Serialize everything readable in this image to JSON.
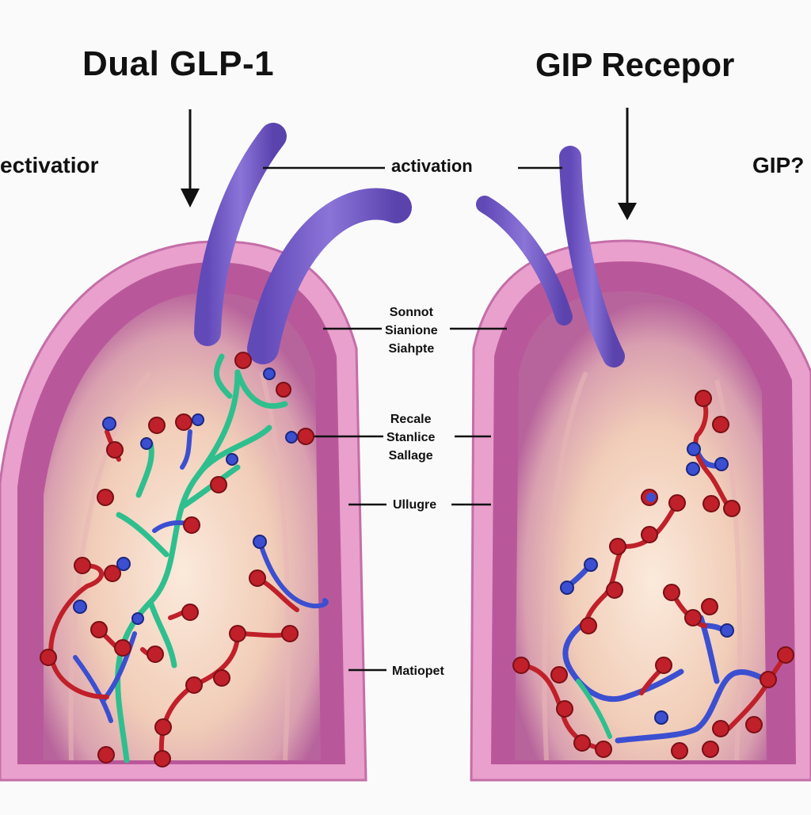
{
  "diagram": {
    "title_left": "Dual GLP-1",
    "title_right": "GIP Recepor",
    "side_left": "ectivatior",
    "side_right": "GIP?",
    "center_label": "activation",
    "group1": [
      "Sonnot",
      "Sianione",
      "Siahpte"
    ],
    "group2": [
      "Recale",
      "Stanlice",
      "Sallage"
    ],
    "group3": [
      "Ullugre"
    ],
    "group4": [
      "Matiopet"
    ]
  },
  "colors": {
    "cell_outer": "#e9a0cc",
    "cell_wall": "#b8589a",
    "cell_inner": "#f4d6c2",
    "receptor": "#7a62c8",
    "chain_red": "#c0202a",
    "chain_blue": "#3b4fd0",
    "chain_green": "#2fbf8e"
  }
}
